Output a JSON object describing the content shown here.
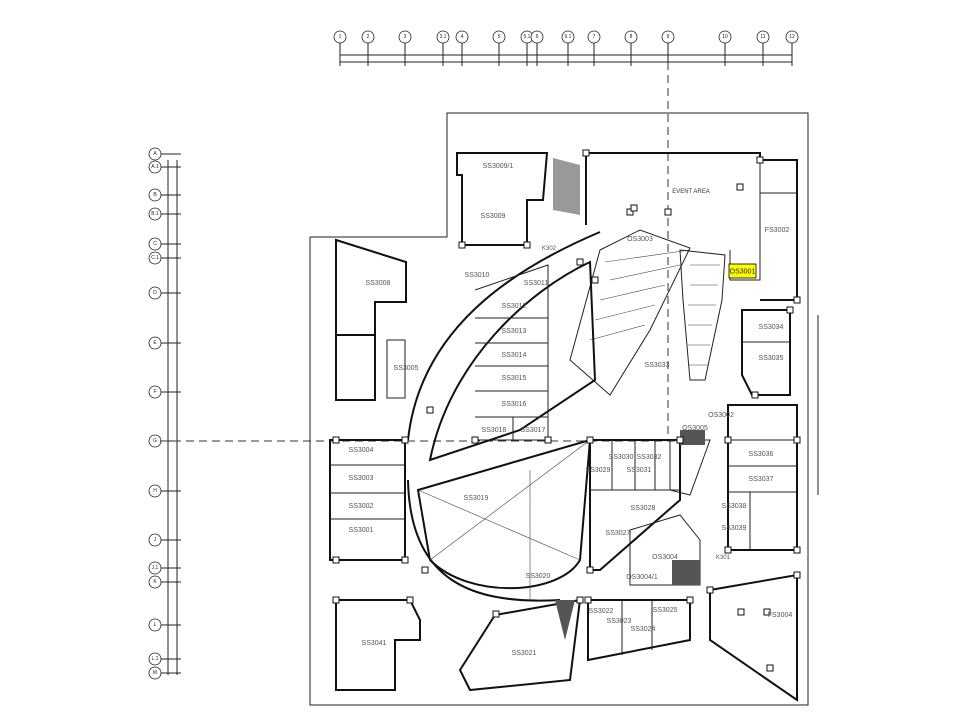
{
  "drawing": {
    "grid_columns": [
      "1",
      "2",
      "3",
      "3.1",
      "4",
      "5",
      "5.1",
      "6",
      "6.1",
      "7",
      "8",
      "9",
      "10",
      "11",
      "12"
    ],
    "grid_rows": [
      "A",
      "A.1",
      "B",
      "B.1",
      "C",
      "C.1",
      "D",
      "E",
      "F",
      "G",
      "H",
      "J",
      "J.1",
      "K",
      "L",
      "L.1",
      "M"
    ],
    "highlight_color": "#ffff00",
    "highlighted_unit": "OS3001",
    "event_area": "EVENT AREA",
    "rooms": [
      "SS3009/1",
      "SS3009",
      "FS3002",
      "OS3003",
      "K302",
      "SS3010",
      "SS3011",
      "SS3008",
      "SS3012",
      "SS3034",
      "SS3013",
      "SS3014",
      "SS3035",
      "SS3005",
      "SS3033",
      "SS3015",
      "SS3016",
      "SS3018",
      "SS3017",
      "OS3002",
      "OS3005",
      "SS3004",
      "SS3030",
      "SS3032",
      "SS3029",
      "SS3031",
      "SS3036",
      "SS3037",
      "SS3003",
      "SS3019",
      "SS3002",
      "SS3028",
      "SS3038",
      "SS3039",
      "SS3001",
      "SS3027",
      "OS3004",
      "K301",
      "SS3020",
      "OS3004/1",
      "SS3022",
      "SS3023",
      "SS3024",
      "SS3025",
      "FS3004",
      "SS3041",
      "SS3021"
    ]
  }
}
